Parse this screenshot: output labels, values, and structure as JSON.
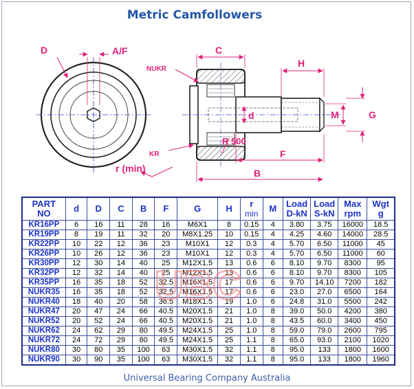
{
  "title": "Metric Camfollowers",
  "drawing": {
    "labels": {
      "D": "D",
      "AF": "A/F",
      "NUKR": "NUKR",
      "KR": "KR",
      "r": "r (min)",
      "C": "C",
      "H": "H",
      "d": "d",
      "R500": "R 500",
      "F": "F",
      "B": "B",
      "M": "M",
      "G": "G"
    },
    "label_color": "#e0207a",
    "line_color": "#2a45c8"
  },
  "table": {
    "headers": [
      {
        "l1": "PART",
        "l2": "NO"
      },
      {
        "l1": "d",
        "l2": ""
      },
      {
        "l1": "D",
        "l2": ""
      },
      {
        "l1": "C",
        "l2": ""
      },
      {
        "l1": "B",
        "l2": ""
      },
      {
        "l1": "F",
        "l2": ""
      },
      {
        "l1": "G",
        "l2": ""
      },
      {
        "l1": "H",
        "l2": ""
      },
      {
        "l1": "r",
        "l2": "min"
      },
      {
        "l1": "M",
        "l2": ""
      },
      {
        "l1": "Load",
        "l2": "D-kN"
      },
      {
        "l1": "Load",
        "l2": "S-kN"
      },
      {
        "l1": "Max",
        "l2": "rpm"
      },
      {
        "l1": "Wgt",
        "l2": "g"
      }
    ],
    "rows": [
      [
        "KR16PP",
        "6",
        "16",
        "11",
        "28",
        "16",
        "M6X1",
        "8",
        "0.15",
        "4",
        "3.80",
        "3.75",
        "16000",
        "18.5"
      ],
      [
        "KR19PP",
        "8",
        "19",
        "11",
        "32",
        "20",
        "M8X1.25",
        "10",
        "0.15",
        "4",
        "4.25",
        "4.60",
        "14000",
        "28.5"
      ],
      [
        "KR22PP",
        "10",
        "22",
        "12",
        "36",
        "23",
        "M10X1",
        "12",
        "0.3",
        "4",
        "5.70",
        "6.50",
        "11000",
        "45"
      ],
      [
        "KR26PP",
        "10",
        "26",
        "12",
        "36",
        "23",
        "M10X1",
        "12",
        "0.3",
        "4",
        "5.70",
        "6.50",
        "11000",
        "60"
      ],
      [
        "KR30PP",
        "12",
        "30",
        "14",
        "40",
        "25",
        "M12X1.5",
        "13",
        "0.6",
        "6",
        "8.10",
        "9.70",
        "8300",
        "95"
      ],
      [
        "KR32PP",
        "12",
        "32",
        "14",
        "40",
        "25",
        "M12X1.5",
        "13",
        "0.6",
        "6",
        "8.10",
        "9.70",
        "8300",
        "105"
      ],
      [
        "KR35PP",
        "16",
        "35",
        "18",
        "52",
        "32.5",
        "M16X1.5",
        "17",
        "0.6",
        "6",
        "9.70",
        "14.10",
        "7200",
        "182"
      ],
      [
        "NUKR35",
        "16",
        "35",
        "18",
        "52",
        "32.5",
        "M16X1.5",
        "17",
        "0.6",
        "6",
        "23.0",
        "27.0",
        "6500",
        "164"
      ],
      [
        "NUKR40",
        "18",
        "40",
        "20",
        "58",
        "36.5",
        "M18X1.5",
        "19",
        "1.0",
        "6",
        "24.8",
        "31.0",
        "5500",
        "242"
      ],
      [
        "NUKR47",
        "20",
        "47",
        "24",
        "66",
        "40.5",
        "M20X1.5",
        "21",
        "1.0",
        "8",
        "39.0",
        "50.0",
        "4200",
        "380"
      ],
      [
        "NUKR52",
        "20",
        "52",
        "24",
        "66",
        "40.5",
        "M20X1.5",
        "21",
        "1.0",
        "8",
        "43.5",
        "60.0",
        "3400",
        "450"
      ],
      [
        "NUKR62",
        "24",
        "62",
        "29",
        "80",
        "49.5",
        "M24X1.5",
        "25",
        "1.0",
        "8",
        "59.0",
        "79.0",
        "2600",
        "795"
      ],
      [
        "NUKR72",
        "24",
        "72",
        "29",
        "80",
        "49.5",
        "M24X1.5",
        "25",
        "1.1",
        "8",
        "65.0",
        "93.0",
        "2100",
        "1020"
      ],
      [
        "NUKR80",
        "30",
        "80",
        "35",
        "100",
        "63",
        "M30X1.5",
        "32",
        "1.1",
        "8",
        "95.0",
        "133",
        "1800",
        "1600"
      ],
      [
        "NUKR90",
        "30",
        "90",
        "35",
        "100",
        "63",
        "M30X1.5",
        "32",
        "1.1",
        "8",
        "95.0",
        "133",
        "1800",
        "1960"
      ]
    ]
  },
  "footer": "Universal Bearing Company Australia"
}
